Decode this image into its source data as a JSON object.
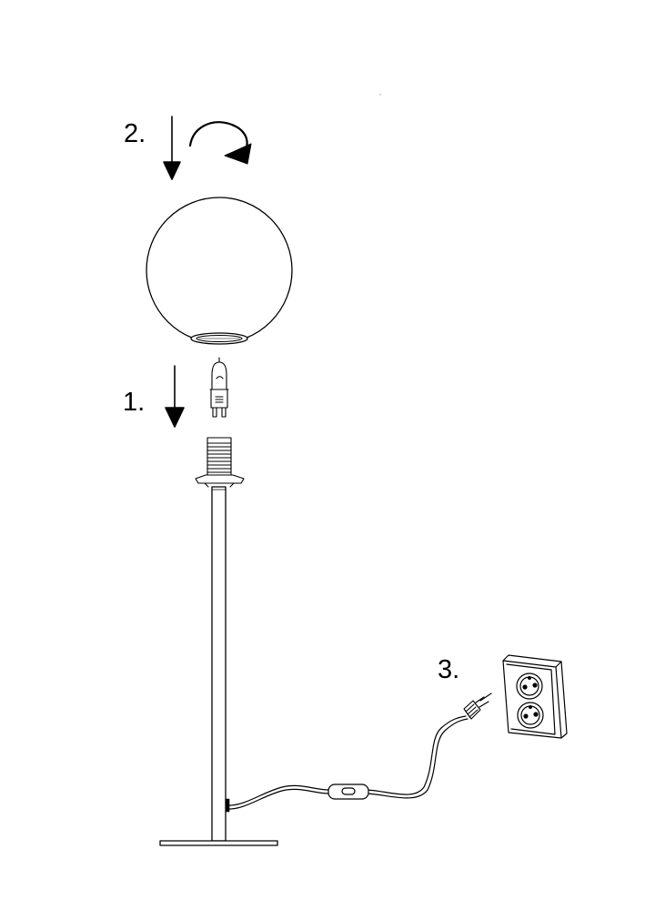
{
  "steps": {
    "step1": "1.",
    "step2": "2.",
    "step3": "3."
  },
  "icons": {
    "step1_arrow": "down-arrow-icon",
    "step2_arrow": "down-arrow-icon",
    "step2_rotate": "rotate-clockwise-icon",
    "bulb": "g9-halogen-bulb-icon",
    "outlet": "wall-socket-icon",
    "plug": "plug-icon",
    "switch": "inline-switch-icon"
  },
  "colors": {
    "line": "#000000",
    "background": "#ffffff"
  }
}
